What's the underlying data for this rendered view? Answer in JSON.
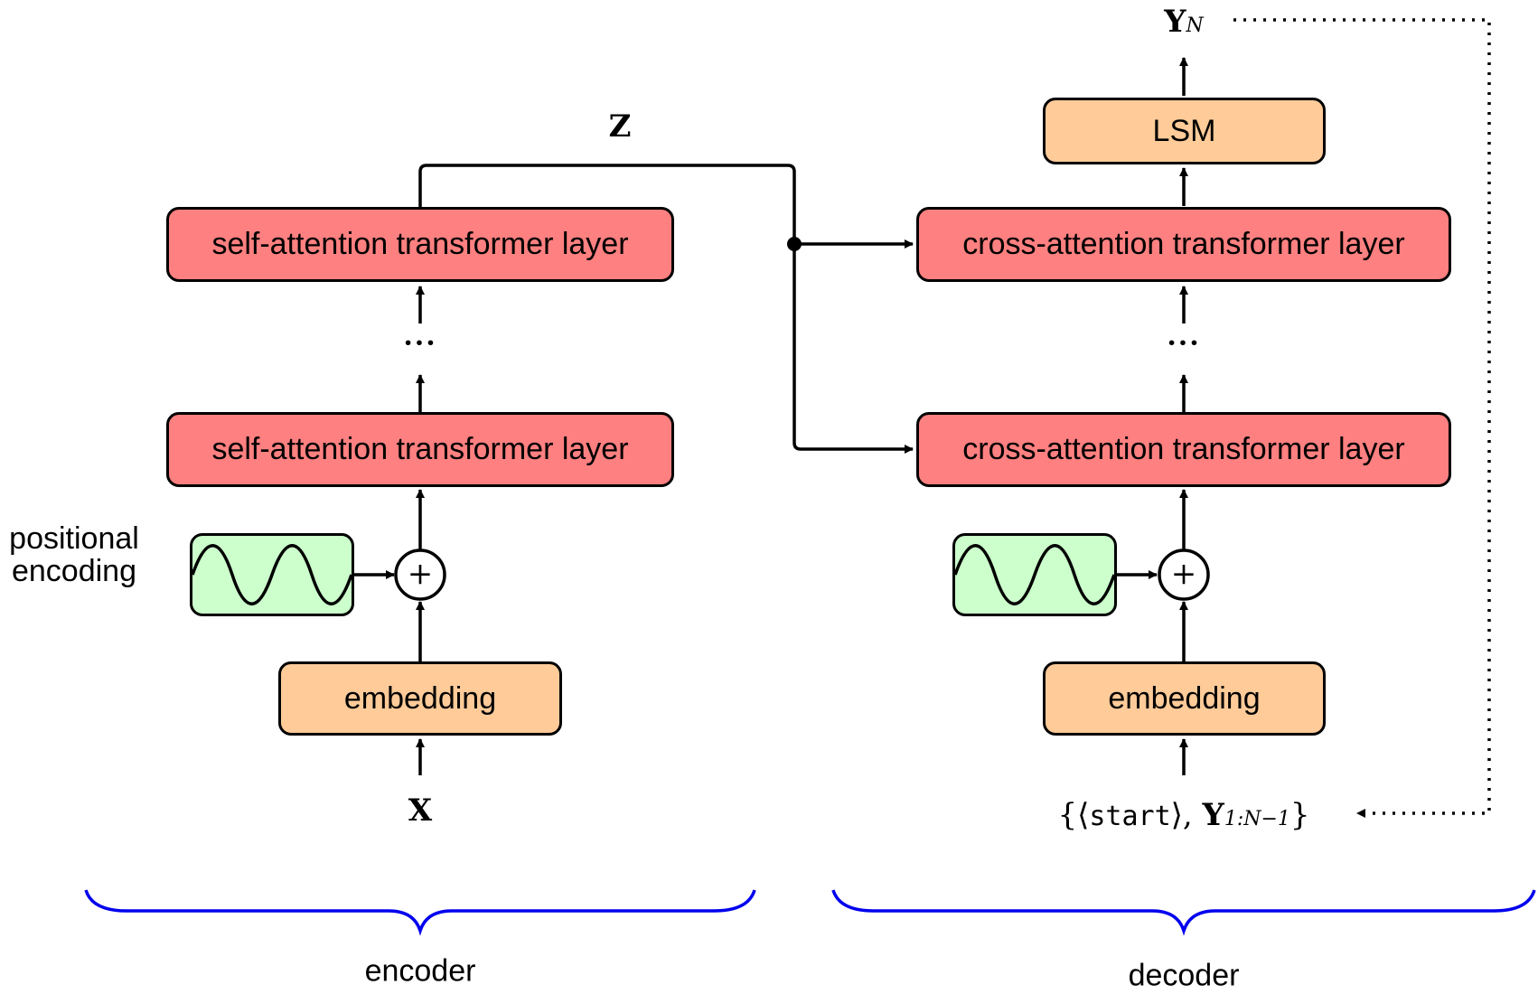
{
  "encoder": {
    "layer_top": "self-attention transformer layer",
    "layer_bottom": "self-attention transformer layer",
    "ellipsis": "···",
    "embedding": "embedding",
    "positional_line1": "positional",
    "positional_line2": "encoding",
    "plus": "+",
    "input": "X",
    "brace_label": "encoder"
  },
  "decoder": {
    "layer_top": "cross-attention transformer layer",
    "layer_bottom": "cross-attention transformer layer",
    "ellipsis": "···",
    "embedding": "embedding",
    "lsm": "LSM",
    "plus": "+",
    "output_main": "Y",
    "output_sub": "N",
    "input_open": "{⟨",
    "input_start": "start",
    "input_mid": "⟩, ",
    "input_y": "Y",
    "input_sub": "1:N−1",
    "input_close": "}",
    "brace_label": "decoder"
  },
  "connection": {
    "z_label": "Z"
  },
  "colors": {
    "layer": "#fe8080",
    "embedding": "#fecb99",
    "positional": "#ccffcc",
    "brace": "#0000ee",
    "line": "#000000"
  }
}
